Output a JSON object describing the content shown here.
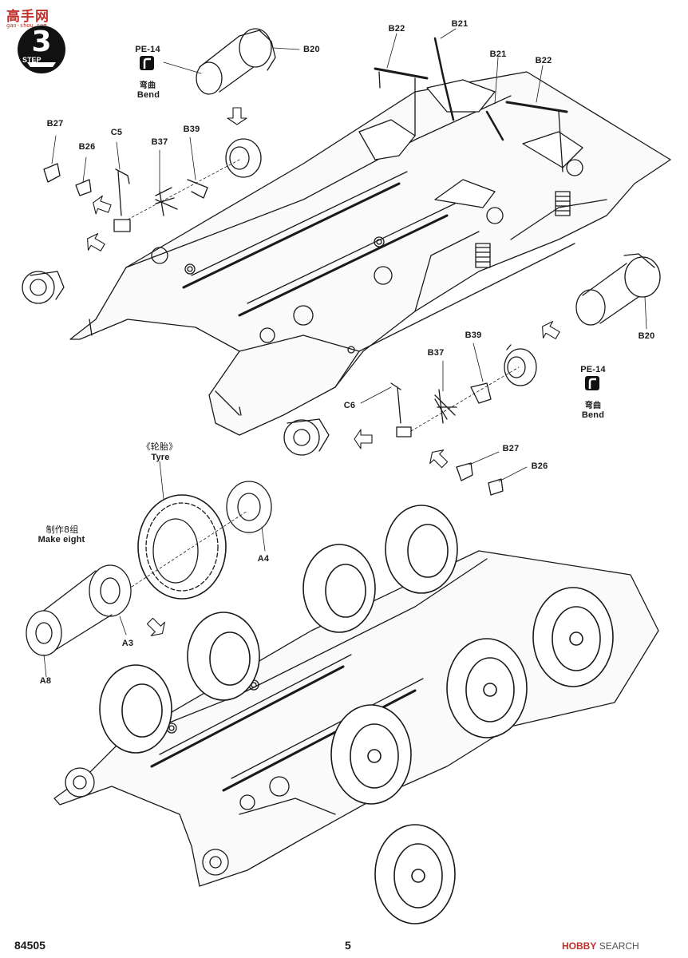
{
  "watermark": {
    "brand": "高手网",
    "url": "gao-shou.com"
  },
  "step": {
    "number": "3",
    "label": "STEP"
  },
  "labels": {
    "pe14_top": "PE-14",
    "bend_zh_top": "弯曲",
    "bend_en_top": "Bend",
    "pe14_right": "PE-14",
    "bend_zh_right": "弯曲",
    "bend_en_right": "Bend",
    "b20_top": "B20",
    "b20_right": "B20",
    "b22_left": "B22",
    "b21_left": "B21",
    "b21_right": "B21",
    "b22_right": "B22",
    "b27_top": "B27",
    "b26_top": "B26",
    "c5": "C5",
    "b37_top": "B37",
    "b39_top": "B39",
    "b37_mid": "B37",
    "b39_mid": "B39",
    "c6": "C6",
    "b27_mid": "B27",
    "b26_mid": "B26",
    "tyre_zh": "《轮胎》",
    "tyre_en": "Tyre",
    "make_zh": "制作8组",
    "make_en": "Make eight",
    "a4": "A4",
    "a3": "A3",
    "a8": "A8"
  },
  "footer": {
    "code": "84505",
    "page": "5",
    "site_brand": "HOBBY",
    "site_name": "SEARCH"
  }
}
